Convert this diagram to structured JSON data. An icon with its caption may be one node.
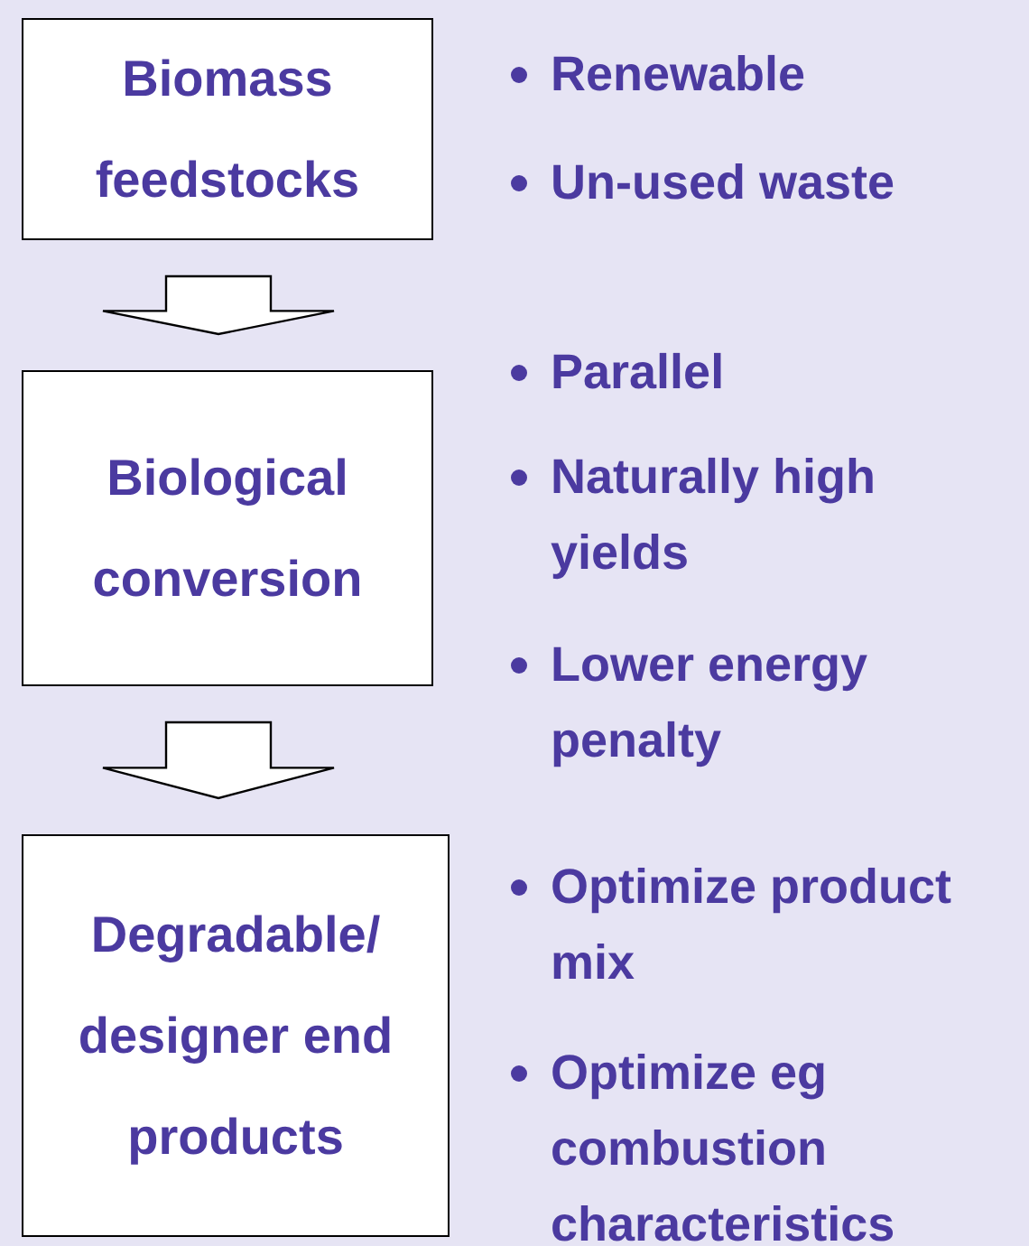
{
  "diagram": {
    "nodes": [
      {
        "text": [
          "Biomass feedstocks"
        ]
      },
      {
        "text": [
          "Biological conversion"
        ]
      },
      {
        "text": [
          "Degradable/ designer end products"
        ]
      }
    ],
    "edges": [
      {
        "from": 0,
        "to": 1,
        "arrow": "to"
      },
      {
        "from": 1,
        "to": 2,
        "arrow": "to"
      }
    ],
    "labels": [
      "Renewable",
      "Un-used waste",
      "Parallel",
      "Naturally high yields",
      "Lower energy penalty",
      "Optimize product mix",
      "Optimize eg combustion characteristics"
    ]
  }
}
